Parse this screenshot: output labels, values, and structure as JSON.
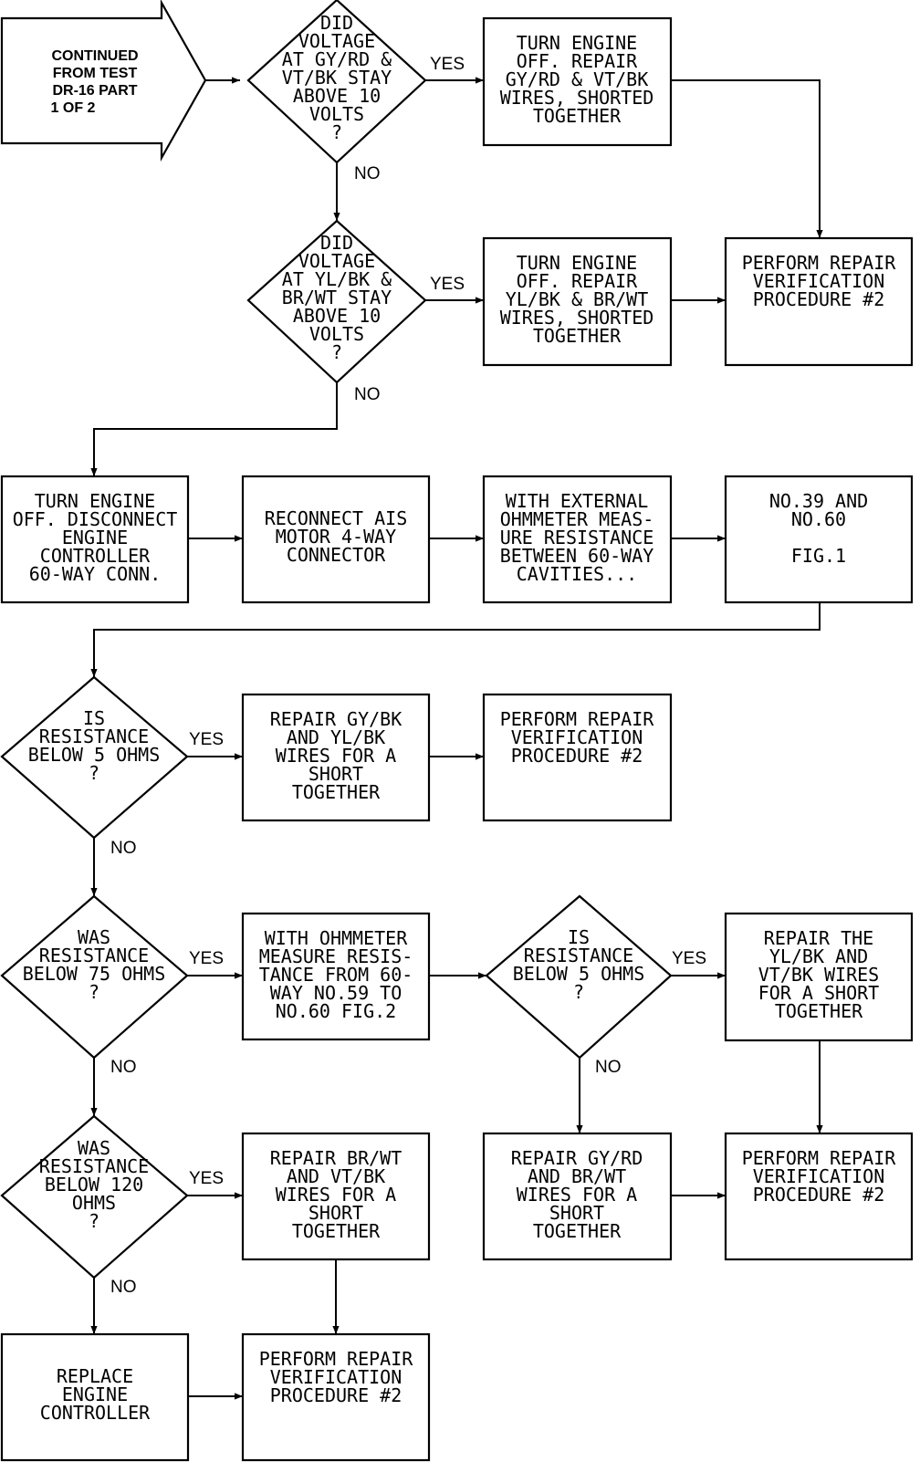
{
  "start": {
    "lines": [
      "CONTINUED",
      "FROM TEST",
      "DR-16 PART",
      "1 OF 2"
    ]
  },
  "d1": {
    "lines": [
      "DID",
      "VOLTAGE",
      "AT GY/RD &",
      "VT/BK STAY",
      "ABOVE 10",
      "VOLTS",
      "?"
    ]
  },
  "d1_yes": "YES",
  "d1_no": "NO",
  "b1": {
    "lines": [
      "TURN ENGINE",
      "OFF.  REPAIR",
      "GY/RD & VT/BK",
      "WIRES, SHORTED",
      "TOGETHER"
    ]
  },
  "d2": {
    "lines": [
      "DID",
      "VOLTAGE",
      "AT YL/BK &",
      "BR/WT STAY",
      "ABOVE 10",
      "VOLTS",
      "?"
    ]
  },
  "d2_yes": "YES",
  "d2_no": "NO",
  "b2": {
    "lines": [
      "TURN ENGINE",
      "OFF.  REPAIR",
      "YL/BK & BR/WT",
      "WIRES, SHORTED",
      "TOGETHER"
    ]
  },
  "b3": {
    "lines": [
      "PERFORM REPAIR",
      "VERIFICATION",
      "PROCEDURE #2"
    ]
  },
  "b4": {
    "lines": [
      "TURN ENGINE",
      "OFF. DISCONNECT",
      "ENGINE",
      "CONTROLLER",
      "60-WAY CONN."
    ]
  },
  "b5": {
    "lines": [
      "RECONNECT AIS",
      "MOTOR 4-WAY",
      "CONNECTOR"
    ]
  },
  "b6": {
    "lines": [
      "WITH EXTERNAL",
      "OHMMETER MEAS-",
      "URE RESISTANCE",
      "BETWEEN 60-WAY",
      "CAVITIES..."
    ]
  },
  "b7": {
    "lines": [
      "NO.39 AND",
      "NO.60",
      "",
      "FIG.1"
    ]
  },
  "d3": {
    "lines": [
      "IS",
      "RESISTANCE",
      "BELOW 5 OHMS",
      "?"
    ]
  },
  "d3_yes": "YES",
  "d3_no": "NO",
  "b8": {
    "lines": [
      "REPAIR GY/BK",
      "AND YL/BK",
      "WIRES FOR A",
      "SHORT",
      "TOGETHER"
    ]
  },
  "b9": {
    "lines": [
      "PERFORM REPAIR",
      "VERIFICATION",
      "PROCEDURE #2"
    ]
  },
  "d4": {
    "lines": [
      "WAS",
      "RESISTANCE",
      "BELOW 75 OHMS",
      "?"
    ]
  },
  "d4_yes": "YES",
  "d4_no": "NO",
  "b10": {
    "lines": [
      "WITH OHMMETER",
      "MEASURE RESIS-",
      "TANCE FROM 60-",
      "WAY NO.59 TO",
      "NO.60 FIG.2"
    ]
  },
  "d5": {
    "lines": [
      "IS",
      "RESISTANCE",
      "BELOW 5 OHMS",
      "?"
    ]
  },
  "d5_yes": "YES",
  "d5_no": "NO",
  "b11": {
    "lines": [
      "REPAIR THE",
      "YL/BK AND",
      "VT/BK WIRES",
      "FOR A SHORT",
      "TOGETHER"
    ]
  },
  "d6": {
    "lines": [
      "WAS",
      "RESISTANCE",
      "BELOW 120",
      "OHMS",
      "?"
    ]
  },
  "d6_yes": "YES",
  "d6_no": "NO",
  "b12": {
    "lines": [
      "REPAIR BR/WT",
      "AND VT/BK",
      "WIRES FOR A",
      "SHORT",
      "TOGETHER"
    ]
  },
  "b13": {
    "lines": [
      "REPAIR GY/RD",
      "AND BR/WT",
      "WIRES FOR A",
      "SHORT",
      "TOGETHER"
    ]
  },
  "b14": {
    "lines": [
      "PERFORM REPAIR",
      "VERIFICATION",
      "PROCEDURE #2"
    ]
  },
  "b15": {
    "lines": [
      "REPLACE",
      "ENGINE",
      "CONTROLLER"
    ]
  },
  "b16": {
    "lines": [
      "PERFORM REPAIR",
      "VERIFICATION",
      "PROCEDURE #2"
    ]
  }
}
